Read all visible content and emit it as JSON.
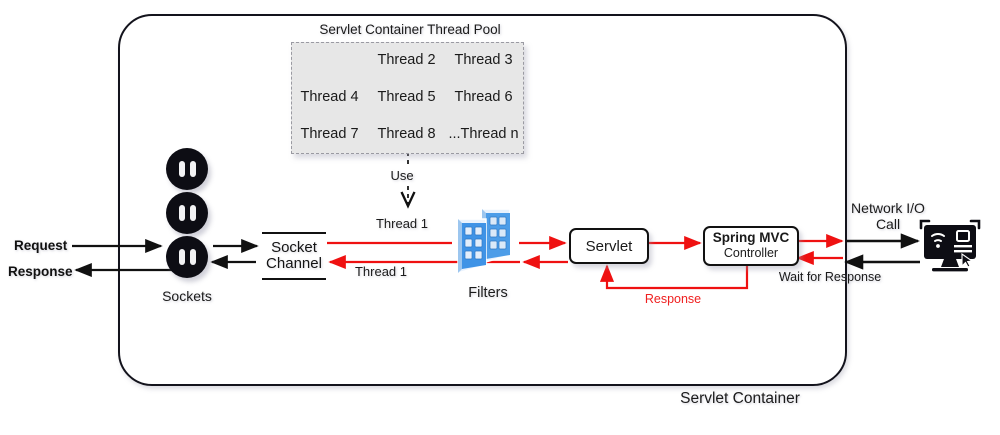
{
  "diagram": {
    "container_label": "Servlet Container",
    "thread_pool": {
      "title": "Servlet Container Thread Pool",
      "cells": [
        "",
        "Thread 2",
        "Thread 3",
        "Thread 4",
        "Thread 5",
        "Thread 6",
        "Thread  7",
        "Thread 8",
        "...Thread n"
      ]
    },
    "use_label": "Use",
    "thread1_top": "Thread 1",
    "thread1_bottom": "Thread 1",
    "sockets_label": "Sockets",
    "request_label": "Request",
    "response_label": "Response",
    "socket_channel": {
      "line1": "Socket",
      "line2": "Channel"
    },
    "filters_label": "Filters",
    "servlet_label": "Servlet",
    "spring_mvc": {
      "title": "Spring MVC",
      "subtitle": "Controller"
    },
    "response_red_label": "Response",
    "wait_label": "Wait for Response",
    "network_io_label": "Network I/O Call",
    "icons": {
      "socket": "power-outlet-icon",
      "filters": "filter-panels-icon",
      "monitor": "monitor-wifi-icon"
    },
    "colors": {
      "red_flow": "#ef1111",
      "black_flow": "#111111",
      "pool_fill": "#e7e7e7",
      "pool_border": "#9a9aa2",
      "outline": "#13131c"
    }
  }
}
